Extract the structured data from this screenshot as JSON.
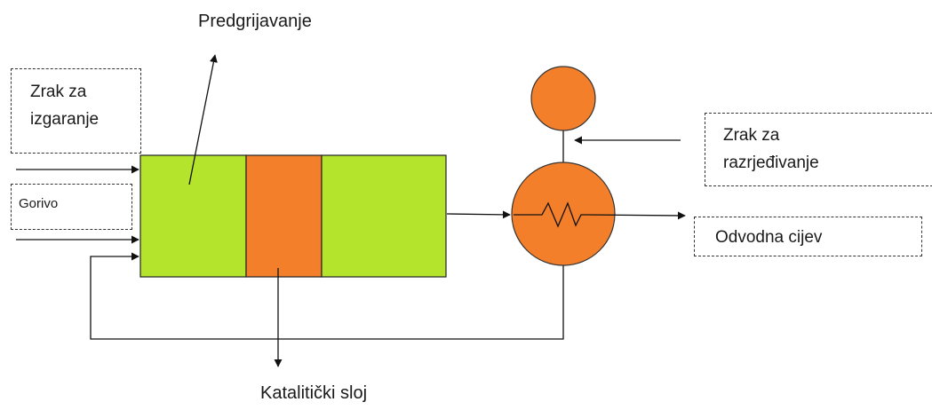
{
  "labels": {
    "preheating": "Predgrijavanje",
    "combustion_air": [
      "Zrak za",
      "izgaranje"
    ],
    "fuel": "Gorivo",
    "dilution_air": [
      "Zrak za",
      "razrjeđivanje"
    ],
    "exhaust_pipe": "Odvodna cijev",
    "catalytic_layer": "Katalitički sloj"
  },
  "colors": {
    "preheat_section": "#b5e42c",
    "catalyst_section": "#f47f2a",
    "outlet_section": "#b5e42c",
    "fan": "#f47f2a",
    "heat_exchanger": "#f47f2a",
    "lines": "#111111"
  },
  "icons": {
    "heat_exchanger_symbol": "zigzag-coil-icon",
    "fan_symbol": "circle-icon"
  }
}
